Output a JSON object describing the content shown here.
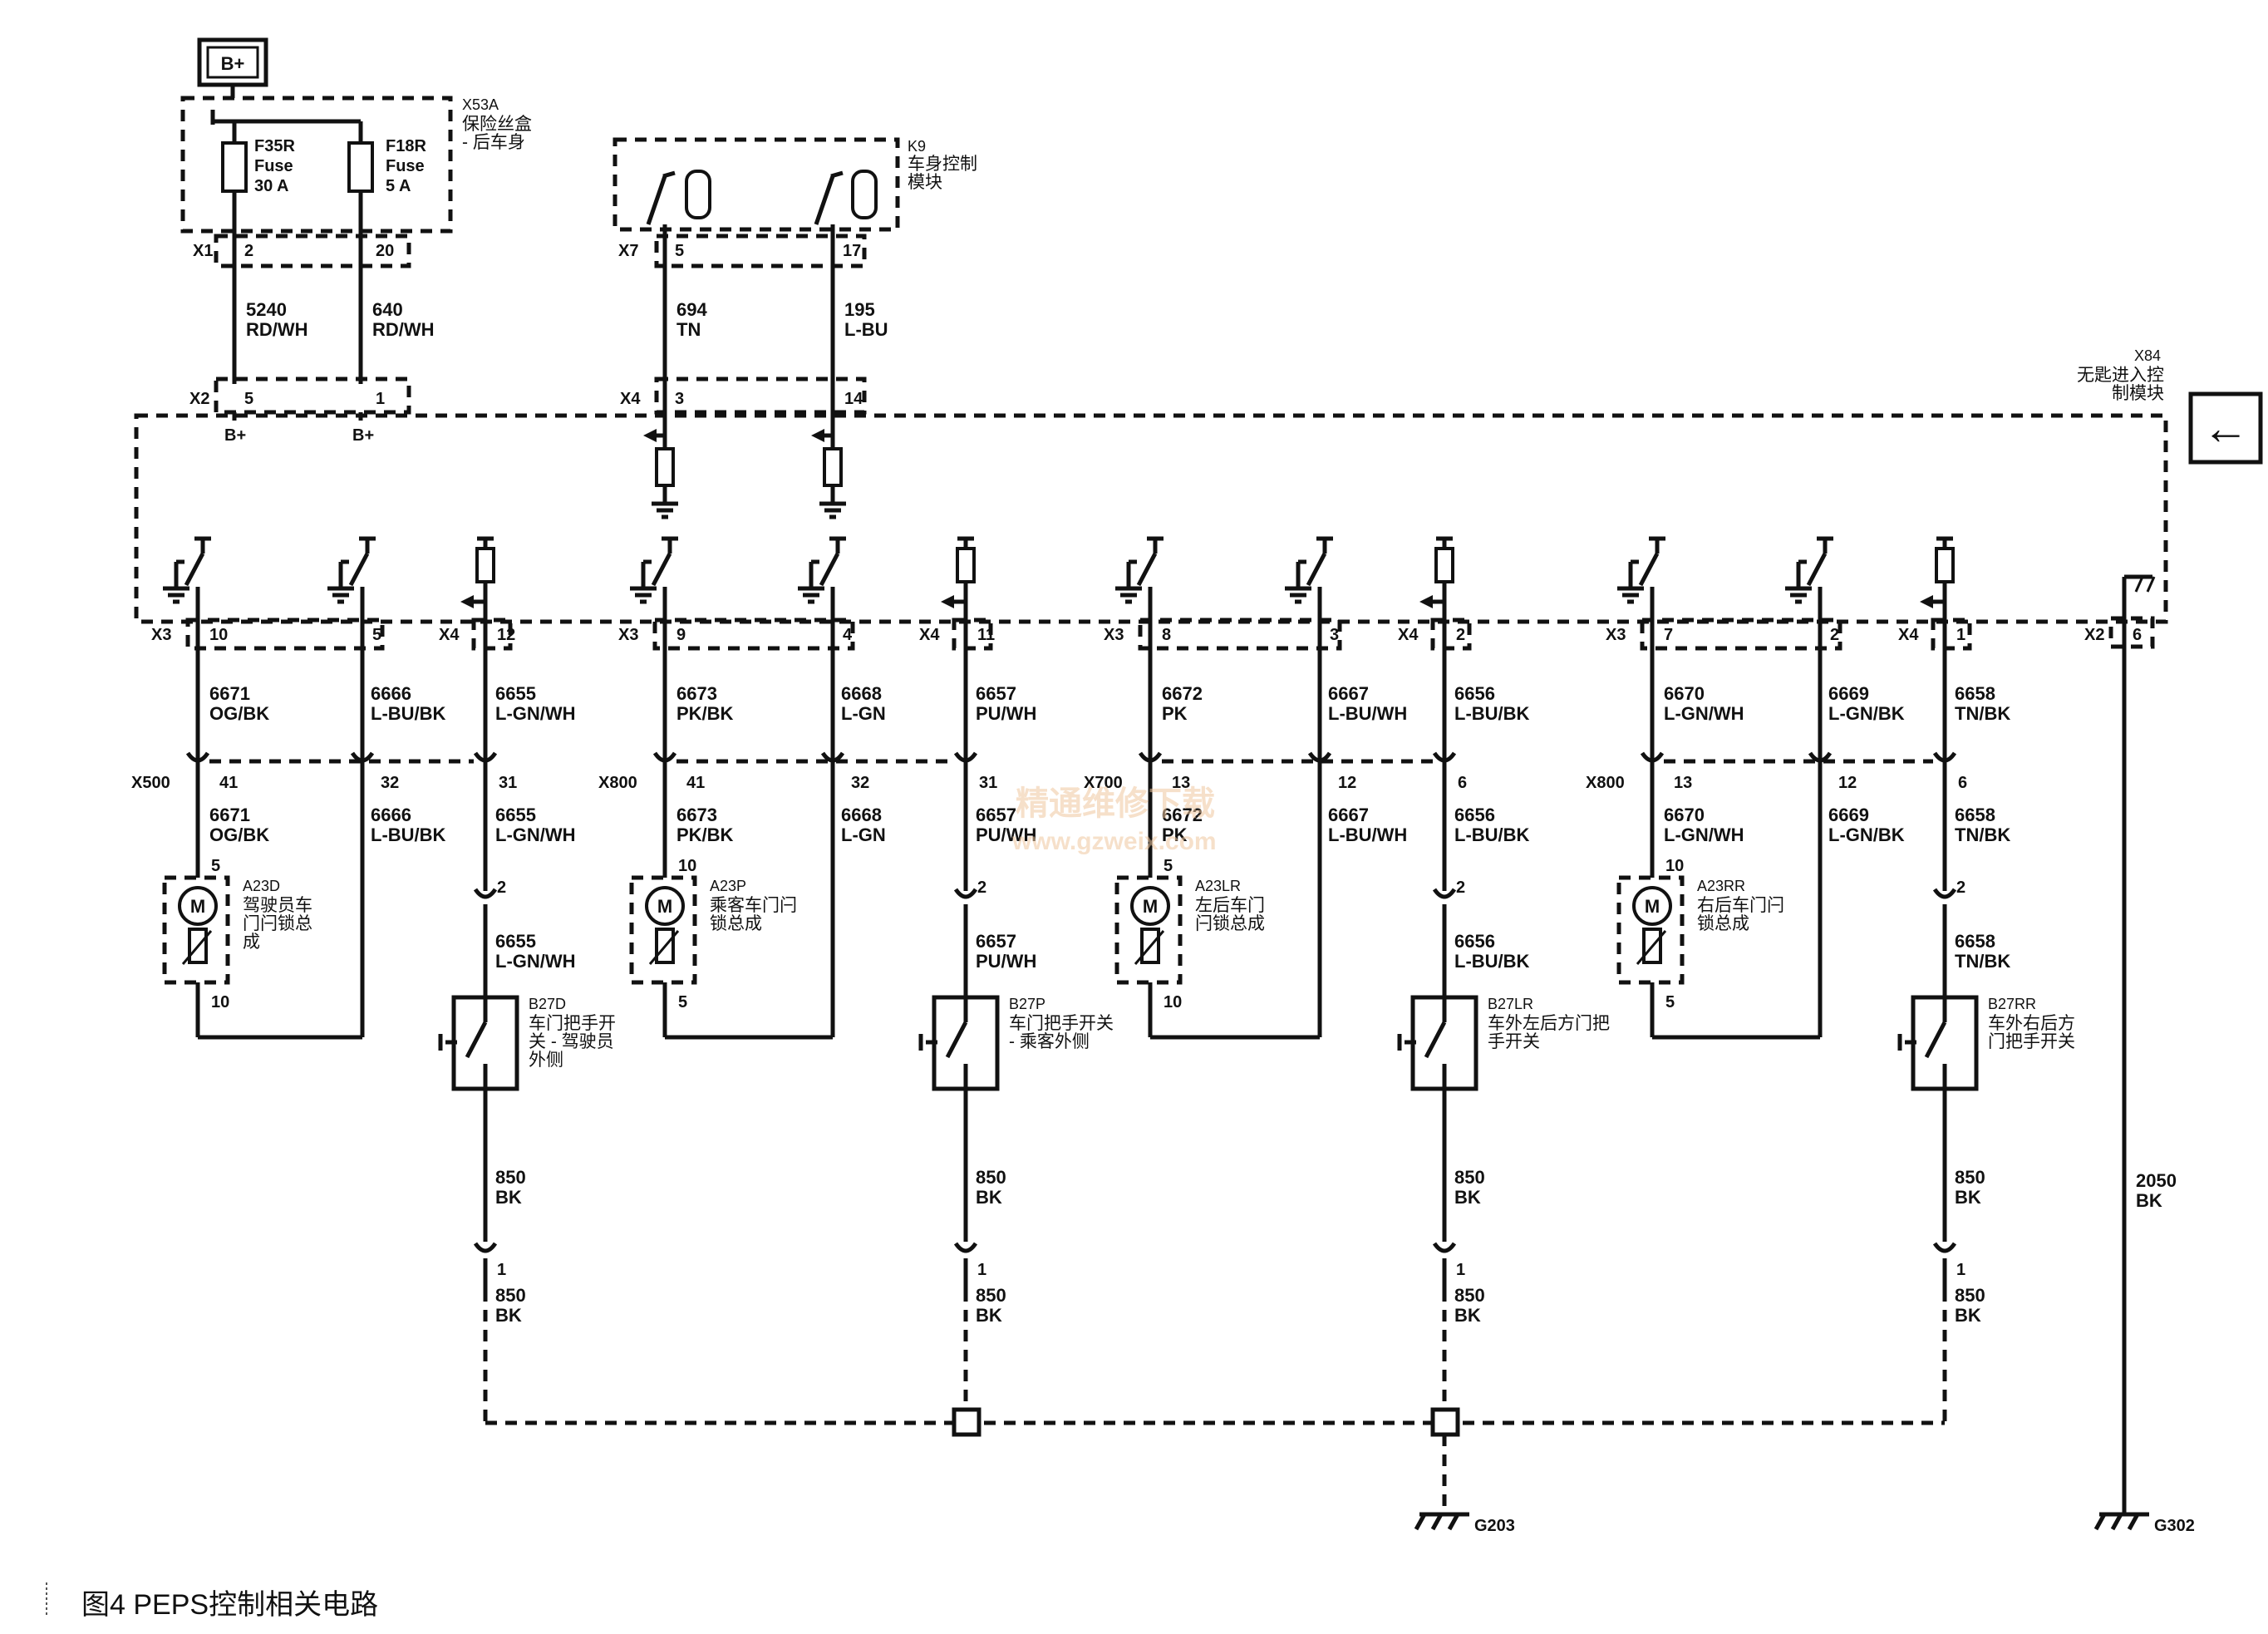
{
  "caption": "图4  PEPS控制相关电路",
  "power": {
    "label": "B+"
  },
  "fuse_box": {
    "id": "X53A",
    "name_line1": "保险丝盒",
    "name_line2": "- 后车身",
    "connector_top": "X1",
    "connector_bottom": "X2",
    "fuses": [
      {
        "name": "F35R",
        "type": "Fuse",
        "rating": "30 A",
        "pin_top": "2",
        "circuit": "5240",
        "color": "RD/WH",
        "pin_bottom": "5",
        "term": "B+"
      },
      {
        "name": "F18R",
        "type": "Fuse",
        "rating": "5 A",
        "pin_top": "20",
        "circuit": "640",
        "color": "RD/WH",
        "pin_bottom": "1",
        "term": "B+"
      }
    ]
  },
  "bcm": {
    "id": "K9",
    "name_line1": "车身控制",
    "name_line2": "模块",
    "connector_top": "X7",
    "connector_bottom": "X4",
    "circuits": [
      {
        "pin_top": "5",
        "circuit": "694",
        "color": "TN",
        "pin_bottom": "3"
      },
      {
        "pin_top": "17",
        "circuit": "195",
        "color": "L-BU",
        "pin_bottom": "14"
      }
    ]
  },
  "keyless": {
    "id": "X84",
    "name_line1": "无匙进入控",
    "name_line2": "制模块",
    "connector": "X2",
    "pin": "6",
    "circuit": "2050",
    "color": "BK",
    "ground": "G302"
  },
  "nav_arrow": "←",
  "doors": [
    {
      "lock_conn": "X3",
      "lock_pins": [
        "10",
        "5"
      ],
      "lock_wires": [
        {
          "circuit": "6671",
          "color": "OG/BK"
        },
        {
          "circuit": "6666",
          "color": "L-BU/BK"
        }
      ],
      "harness": "X500",
      "harness_pins": [
        "41",
        "32"
      ],
      "lock_wires2": [
        {
          "circuit": "6671",
          "color": "OG/BK"
        },
        {
          "circuit": "6666",
          "color": "L-BU/BK"
        }
      ],
      "lock_id": "A23D",
      "lock_name": [
        "驾驶员车",
        "门闩锁总",
        "成"
      ],
      "lock_pin_top": "5",
      "lock_pin_bottom": "10",
      "sw_conn": "X4",
      "sw_pin": "12",
      "sw_circuit": "6655",
      "sw_color": "L-GN/WH",
      "sw_harness_pin": "31",
      "sw_circuit2": "6655",
      "sw_color2": "L-GN/WH",
      "sw_pin_top": "2",
      "sw_circuit3": "6655",
      "sw_color3": "L-GN/WH",
      "sw_id": "B27D",
      "sw_name": [
        "车门把手开",
        "关 - 驾驶员",
        "外侧"
      ],
      "gnd_circuit": "850",
      "gnd_color": "BK",
      "gnd_pin": "1",
      "gnd_circuit2": "850",
      "gnd_color2": "BK"
    },
    {
      "lock_conn": "X3",
      "lock_pins": [
        "9",
        "4"
      ],
      "lock_wires": [
        {
          "circuit": "6673",
          "color": "PK/BK"
        },
        {
          "circuit": "6668",
          "color": "L-GN"
        }
      ],
      "harness": "X800",
      "harness_pins": [
        "41",
        "32"
      ],
      "lock_wires2": [
        {
          "circuit": "6673",
          "color": "PK/BK"
        },
        {
          "circuit": "6668",
          "color": "L-GN"
        }
      ],
      "lock_id": "A23P",
      "lock_name": [
        "乘客车门闩",
        "锁总成"
      ],
      "lock_pin_top": "10",
      "lock_pin_bottom": "5",
      "sw_conn": "X4",
      "sw_pin": "11",
      "sw_circuit": "6657",
      "sw_color": "PU/WH",
      "sw_harness_pin": "31",
      "sw_circuit2": "6657",
      "sw_color2": "PU/WH",
      "sw_pin_top": "2",
      "sw_circuit3": "6657",
      "sw_color3": "PU/WH",
      "sw_id": "B27P",
      "sw_name": [
        "车门把手开关",
        "- 乘客外侧"
      ],
      "gnd_circuit": "850",
      "gnd_color": "BK",
      "gnd_pin": "1",
      "gnd_circuit2": "850",
      "gnd_color2": "BK"
    },
    {
      "lock_conn": "X3",
      "lock_pins": [
        "8",
        "3"
      ],
      "lock_wires": [
        {
          "circuit": "6672",
          "color": "PK"
        },
        {
          "circuit": "6667",
          "color": "L-BU/WH"
        }
      ],
      "harness": "X700",
      "harness_pins": [
        "13",
        "12"
      ],
      "lock_wires2": [
        {
          "circuit": "6672",
          "color": "PK"
        },
        {
          "circuit": "6667",
          "color": "L-BU/WH"
        }
      ],
      "lock_id": "A23LR",
      "lock_name": [
        "左后车门",
        "闩锁总成"
      ],
      "lock_pin_top": "5",
      "lock_pin_bottom": "10",
      "sw_conn": "X4",
      "sw_pin": "2",
      "sw_circuit": "6656",
      "sw_color": "L-BU/BK",
      "sw_harness_pin": "6",
      "sw_circuit2": "6656",
      "sw_color2": "L-BU/BK",
      "sw_pin_top": "2",
      "sw_circuit3": "6656",
      "sw_color3": "L-BU/BK",
      "sw_id": "B27LR",
      "sw_name": [
        "车外左后方门把",
        "手开关"
      ],
      "gnd_circuit": "850",
      "gnd_color": "BK",
      "gnd_pin": "1",
      "gnd_circuit2": "850",
      "gnd_color2": "BK"
    },
    {
      "lock_conn": "X3",
      "lock_pins": [
        "7",
        "2"
      ],
      "lock_wires": [
        {
          "circuit": "6670",
          "color": "L-GN/WH"
        },
        {
          "circuit": "6669",
          "color": "L-GN/BK"
        }
      ],
      "harness": "X800",
      "harness_pins": [
        "13",
        "12"
      ],
      "lock_wires2": [
        {
          "circuit": "6670",
          "color": "L-GN/WH"
        },
        {
          "circuit": "6669",
          "color": "L-GN/BK"
        }
      ],
      "lock_id": "A23RR",
      "lock_name": [
        "右后车门闩",
        "锁总成"
      ],
      "lock_pin_top": "10",
      "lock_pin_bottom": "5",
      "sw_conn": "X4",
      "sw_pin": "1",
      "sw_circuit": "6658",
      "sw_color": "TN/BK",
      "sw_harness_pin": "6",
      "sw_circuit2": "6658",
      "sw_color2": "TN/BK",
      "sw_pin_top": "2",
      "sw_circuit3": "6658",
      "sw_color3": "TN/BK",
      "sw_id": "B27RR",
      "sw_name": [
        "车外右后方",
        "门把手开关"
      ],
      "gnd_circuit": "850",
      "gnd_color": "BK",
      "gnd_pin": "1",
      "gnd_circuit2": "850",
      "gnd_color2": "BK"
    }
  ],
  "ground_main": "G203",
  "watermark": {
    "line1": "精通维修下载",
    "line2": "www.gzweix.com"
  }
}
